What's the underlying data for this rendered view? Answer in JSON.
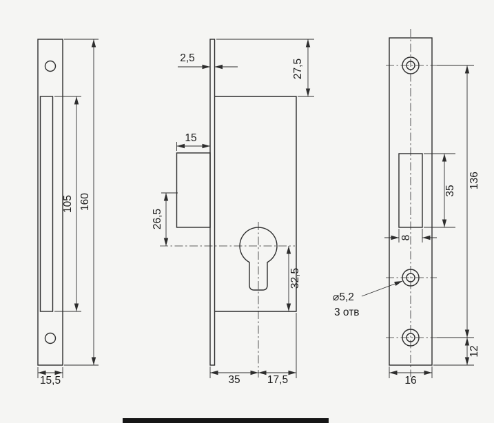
{
  "drawing": {
    "background_color": "#f5f5f3",
    "line_color": "#2d2d2d",
    "views": {
      "left": {
        "dim_inner_height": "105",
        "dim_outer_height": "160",
        "dim_width": "15,5"
      },
      "middle": {
        "dim_faceplate_thickness": "2,5",
        "dim_case_top_offset": "27,5",
        "dim_bolt_width": "15",
        "dim_bolt_to_cylinder": "26,5",
        "dim_cylinder_to_case_bottom": "32,5",
        "dim_backset": "35",
        "dim_case_depth": "17,5"
      },
      "right": {
        "dim_slot_height": "35",
        "dim_slot_width": "8",
        "dim_hole_spacing": "136",
        "dim_bottom_hole_offset": "12",
        "dim_plate_width": "16",
        "hole_note_line1": "⌀5,2",
        "hole_note_line2": "3 отв"
      }
    }
  }
}
